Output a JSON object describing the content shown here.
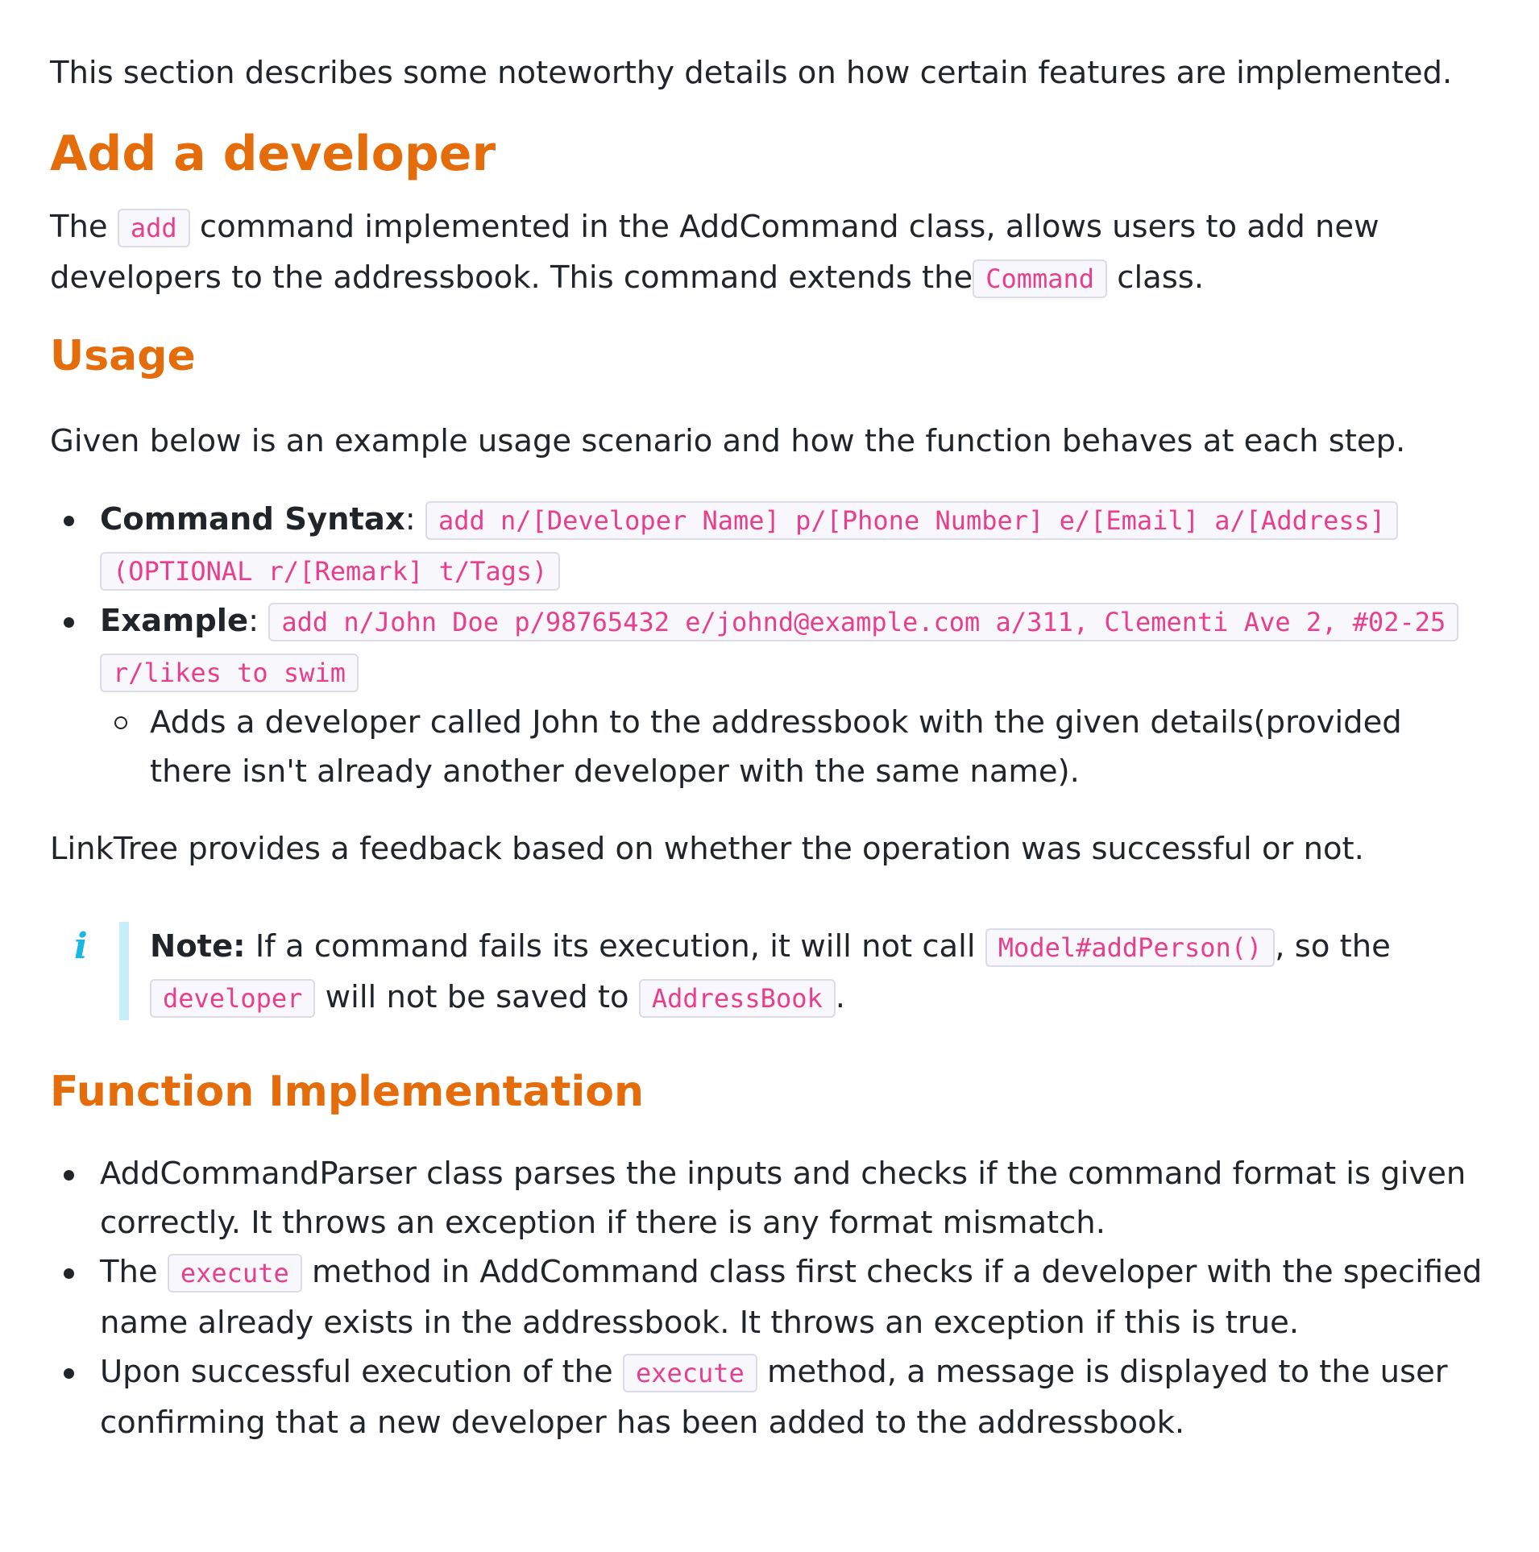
{
  "intro": "This section describes some noteworthy details on how certain features are implemented.",
  "heading_add": "Add a developer",
  "add_para": {
    "t1": "The",
    "code1": "add",
    "t2": "command implemented in the AddCommand class, allows users to add new developers to the addressbook. This command extends the",
    "code2": "Command",
    "t3": "class."
  },
  "heading_usage": "Usage",
  "usage_intro": "Given below is an example usage scenario and how the function behaves at each step.",
  "usage_items": {
    "syntax_label": "Command Syntax",
    "syntax_code": "add n/[Developer Name] p/[Phone Number] e/[Email] a/[Address] (OPTIONAL r/[Remark] t/Tags)",
    "example_label": "Example",
    "example_code": "add n/John Doe p/98765432 e/johnd@example.com a/311, Clementi Ave 2, #02-25 r/likes to swim",
    "example_sub": "Adds a developer called John to the addressbook with the given details(provided there isn't already another developer with the same name)."
  },
  "feedback": "LinkTree provides a feedback based on whether the operation was successful or not.",
  "note": {
    "icon": "i",
    "label": "Note:",
    "t1": "If a command fails its execution, it will not call",
    "code1": "Model#addPerson()",
    "t2": ", so the",
    "code2": "developer",
    "t3": "will not be saved to",
    "code3": "AddressBook",
    "t4": "."
  },
  "heading_impl": "Function Implementation",
  "impl_items": {
    "item1": "AddCommandParser class parses the inputs and checks if the command format is given correctly. It throws an exception if there is any format mismatch.",
    "item2_t1": "The",
    "item2_code": "execute",
    "item2_t2": "method in AddCommand class first checks if a developer with the specified name already exists in the addressbook. It throws an exception if this is true.",
    "item3_t1": "Upon successful execution of the",
    "item3_code": "execute",
    "item3_t2": "method, a message is displayed to the user confirming that a new developer has been added to the addressbook."
  },
  "colors": {
    "heading": "#e46c0a",
    "code_text": "#e83e8c",
    "info_icon": "#17b8e6",
    "note_bar": "#c7eef8"
  }
}
